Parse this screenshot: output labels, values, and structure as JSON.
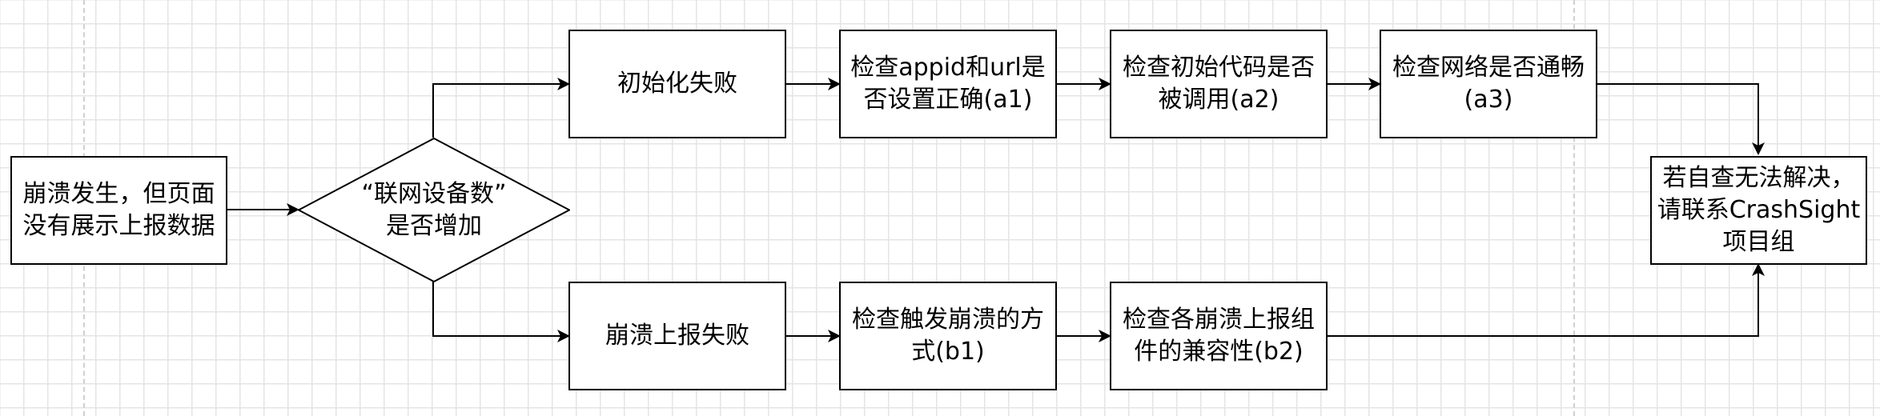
{
  "flowchart": {
    "start": "崩溃发生，但页面\n没有展示上报数据",
    "decision": "“联网设备数”\n是否增加",
    "branch_a": {
      "title": "初始化失败",
      "steps": [
        "检查appid和url是\n否设置正确(a1)",
        "检查初始代码是否\n被调用(a2)",
        "检查网络是否通畅\n(a3)"
      ]
    },
    "branch_b": {
      "title": "崩溃上报失败",
      "steps": [
        "检查触发崩溃的方\n式(b1)",
        "检查各崩溃上报组\n件的兼容性(b2)"
      ]
    },
    "end": "若自查无法解决，\n请联系CrashSight\n项目组"
  }
}
